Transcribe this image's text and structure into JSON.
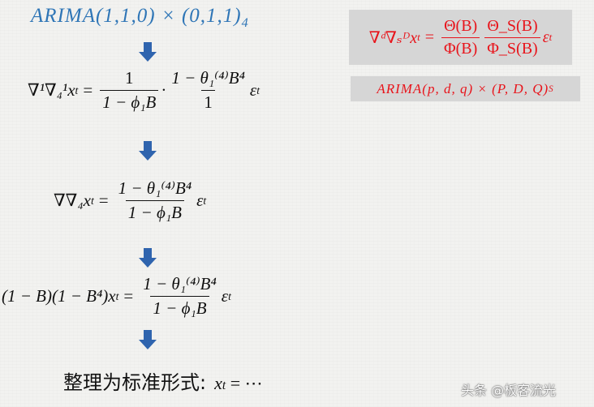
{
  "title": "ARIMA(1,1,0) × (0,1,1)",
  "title_sub": "4",
  "colors": {
    "title": "#2e75b6",
    "arrow": "#2f64ae",
    "red": "#e8141b",
    "box": "#d6d6d6"
  },
  "eq1": {
    "lhs": "∇¹∇₄¹x",
    "lhs_sub": "t",
    "eq": "=",
    "f1_num": "1",
    "f1_den": "1 − ϕ₁B",
    "dot": "·",
    "f2_num": "1 − θ₁⁽⁴⁾B⁴",
    "f2_den": "1",
    "tail": "ε",
    "tail_sub": "t"
  },
  "eq2": {
    "lhs": "∇∇₄x",
    "lhs_sub": "t",
    "eq": "=",
    "f_num": "1 − θ₁⁽⁴⁾B⁴",
    "f_den": "1 − ϕ₁B",
    "tail": "ε",
    "tail_sub": "t"
  },
  "eq3": {
    "lhs": "(1 − B)(1 − B⁴)x",
    "lhs_sub": "t",
    "eq": "=",
    "f_num": "1 − θ₁⁽⁴⁾B⁴",
    "f_den": "1 − ϕ₁B",
    "tail": "ε",
    "tail_sub": "t"
  },
  "final": {
    "label": "整理为标准形式:",
    "expr": "x",
    "expr_sub": "t",
    "rest": " = ⋯"
  },
  "box1": {
    "lhs": "∇ᵈ∇ₛᴰx",
    "lhs_sub": "t",
    "eq": "=",
    "f1_num": "Θ(B)",
    "f1_den": "Φ(B)",
    "f2_num": "Θ_S(B)",
    "f2_den": "Φ_S(B)",
    "tail": "ε",
    "tail_sub": "t"
  },
  "box2": {
    "text": "ARIMA(p, d, q) × (P, D, Q)",
    "sub": "S"
  },
  "watermark": "头条 @板客流光"
}
